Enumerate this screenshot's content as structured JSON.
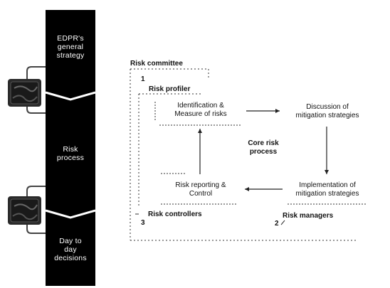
{
  "sidebar": {
    "strategy": "EDPR's\ngeneral\nstrategy",
    "process": "Risk\nprocess",
    "decisions": "Day to\nday\ndecisions"
  },
  "roles": {
    "committee": "Risk committee",
    "profiler": "Risk profiler",
    "controllers": "Risk controllers",
    "managers": "Risk managers"
  },
  "numbers": {
    "one": "1",
    "two": "2",
    "three": "3"
  },
  "steps": {
    "identification": "Identification &\nMeasure of risks",
    "discussion": "Discussion of\nmitigation strategies",
    "implementation": "Implementation of\nmitigation strategies",
    "reporting": "Risk reporting &\nControl"
  },
  "core": "Core risk\nprocess",
  "colors": {
    "bar": "#000000",
    "text_on_bar": "#ffffff",
    "line": "#222222"
  }
}
